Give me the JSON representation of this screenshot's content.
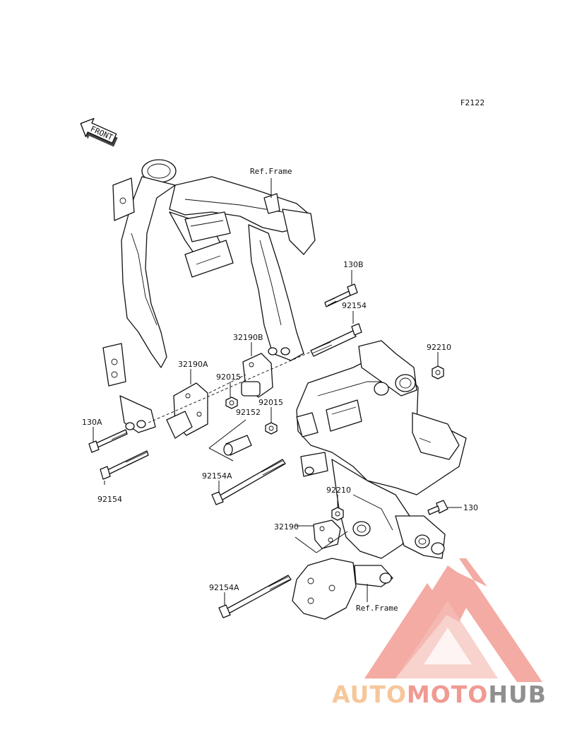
{
  "diagram": {
    "code": "F2122",
    "front_label": "FRONT",
    "refs": [
      "Ref.Frame",
      "Ref.Frame"
    ],
    "parts": [
      "130B",
      "92154",
      "32190B",
      "92210",
      "32190A",
      "92015",
      "92015",
      "92152",
      "130A",
      "92154A",
      "92154",
      "92210",
      "32190",
      "130",
      "92154A"
    ]
  },
  "watermark": {
    "part1": "AUTO",
    "part2": "MOTO",
    "part3": "HUB",
    "colors": {
      "auto": "#f6c79b",
      "moto": "#f09a92",
      "hub": "#8f8f8f",
      "logo": "#f2a29a"
    }
  }
}
